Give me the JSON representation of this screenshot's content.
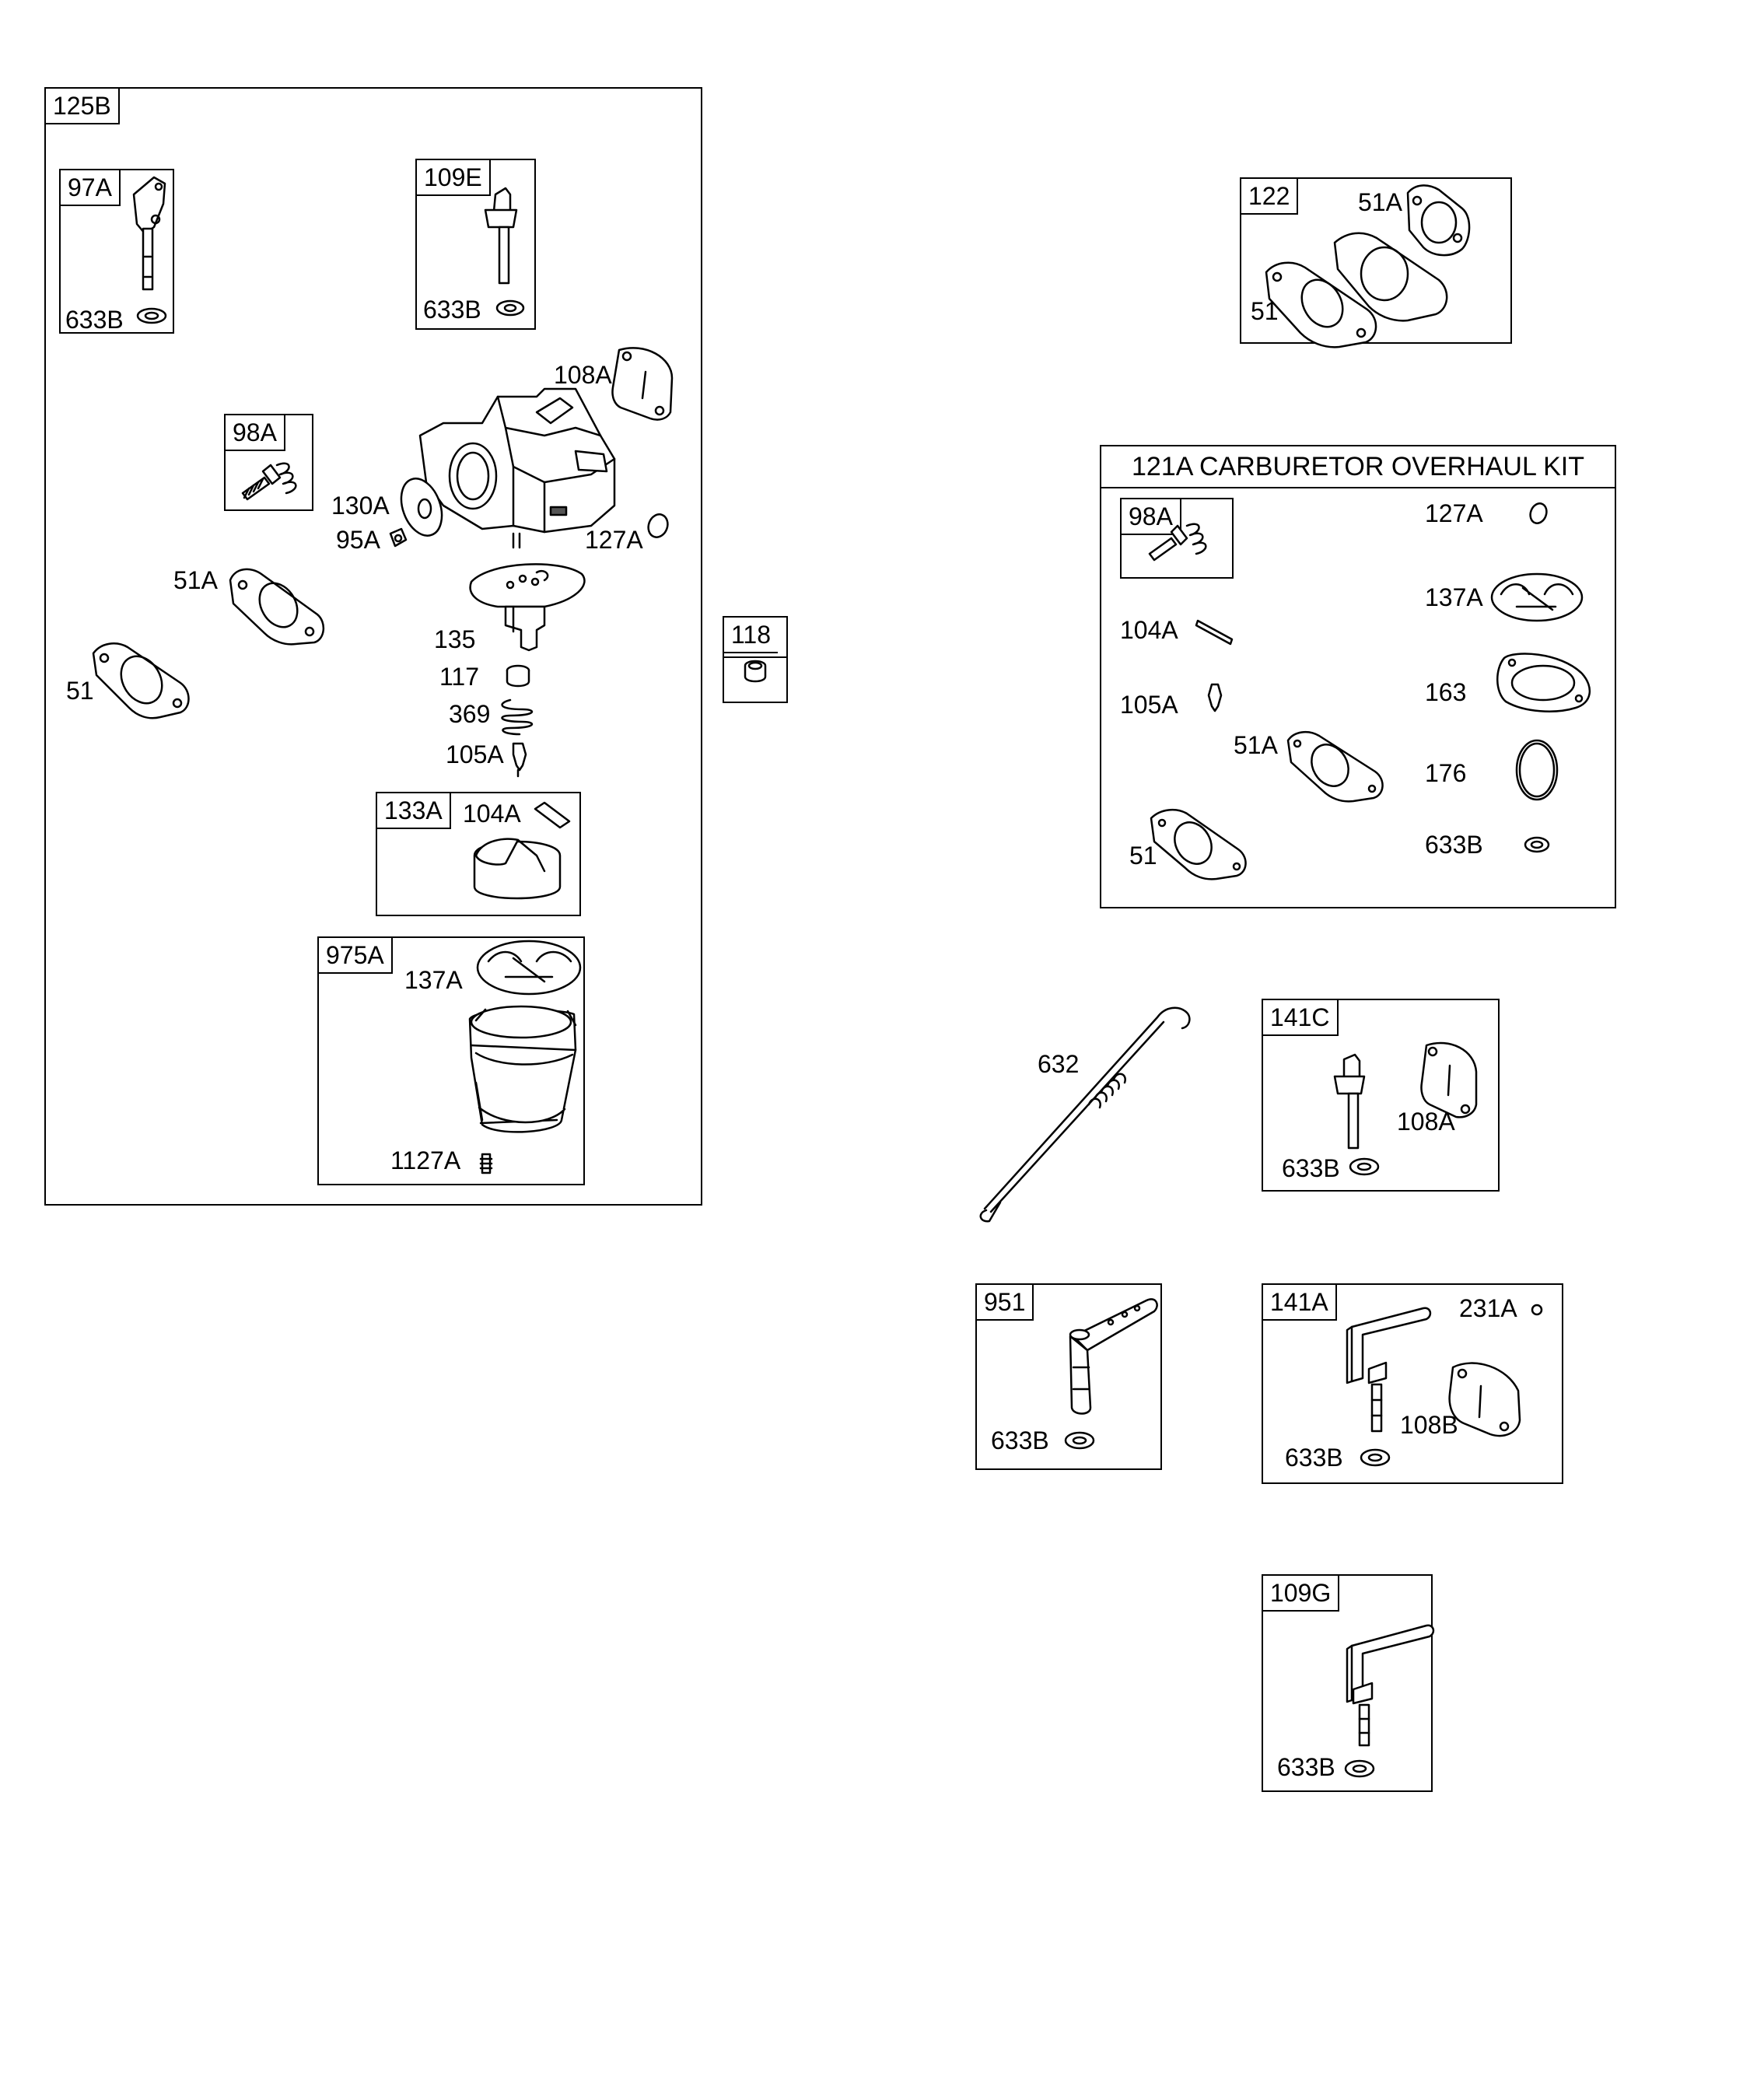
{
  "assemblies": {
    "carb_assembly": {
      "tag": "125B",
      "kit_97a": {
        "tag": "97A",
        "washer": "633B"
      },
      "kit_109e": {
        "tag": "109E",
        "washer": "633B"
      },
      "kit_98a": {
        "tag": "98A"
      },
      "parts": {
        "p108a": "108A",
        "p130a": "130A",
        "p95a": "95A",
        "p127a": "127A",
        "p51a": "51A",
        "p51": "51",
        "p135": "135",
        "p117": "117",
        "p369": "369",
        "p105a": "105A"
      },
      "kit_133a": {
        "tag": "133A",
        "pin": "104A"
      },
      "kit_975a": {
        "tag": "975A",
        "gasket": "137A",
        "screw": "1127A"
      }
    },
    "kit_118": {
      "tag": "118"
    },
    "kit_122": {
      "tag": "122",
      "p51a": "51A",
      "p51": "51"
    },
    "overhaul_kit": {
      "title": "121A CARBURETOR OVERHAUL KIT",
      "kit_98a": {
        "tag": "98A"
      },
      "parts": {
        "p127a": "127A",
        "p104a": "104A",
        "p137a": "137A",
        "p105a": "105A",
        "p163": "163",
        "p51a": "51A",
        "p176": "176",
        "p51": "51",
        "p633b": "633B"
      }
    },
    "spring_632": {
      "label": "632"
    },
    "kit_141c": {
      "tag": "141C",
      "plate": "108A",
      "washer": "633B"
    },
    "kit_951": {
      "tag": "951",
      "washer": "633B"
    },
    "kit_141a": {
      "tag": "141A",
      "screw": "231A",
      "plate": "108B",
      "washer": "633B"
    },
    "kit_109g": {
      "tag": "109G",
      "washer": "633B"
    }
  }
}
